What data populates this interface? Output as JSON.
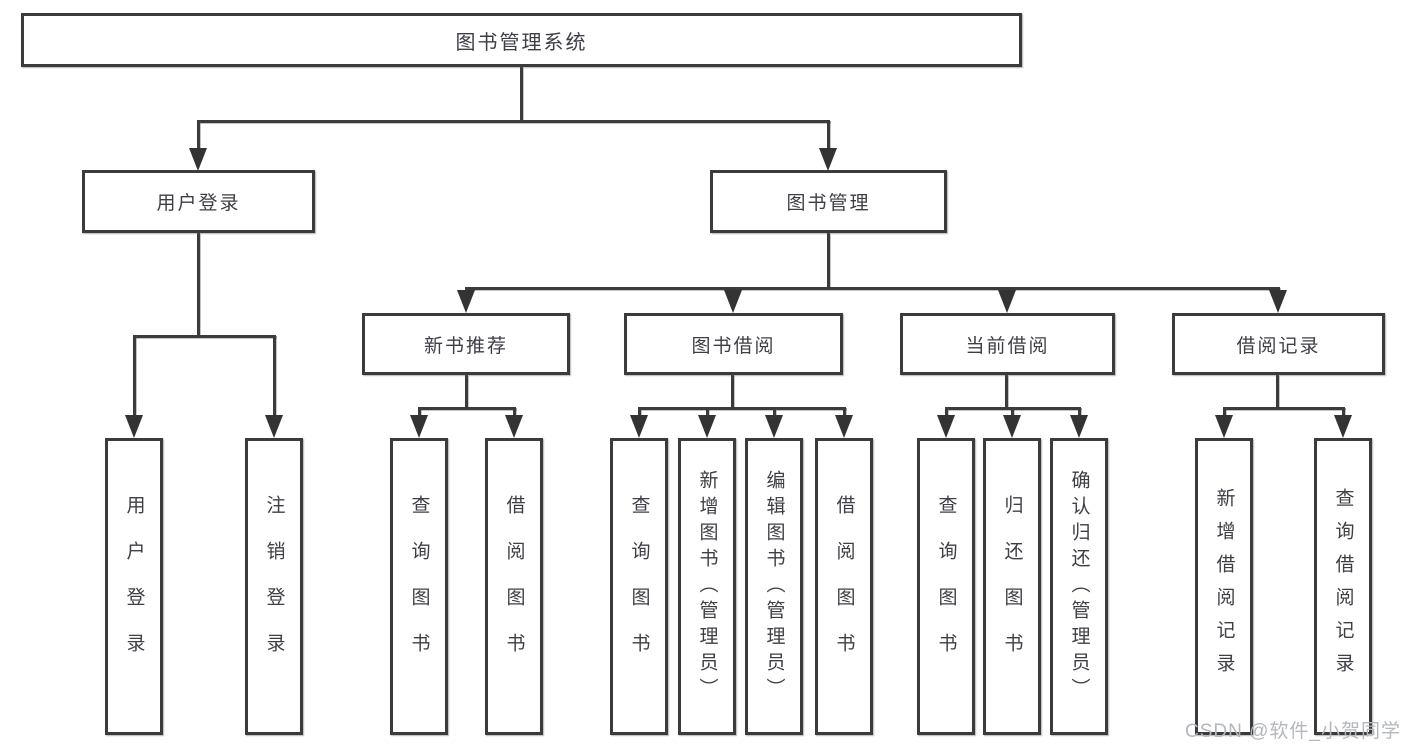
{
  "tree": {
    "root": {
      "label": "图书管理系统",
      "children": [
        {
          "label": "用户登录",
          "children": [
            {
              "label": "用户登录"
            },
            {
              "label": "注销登录"
            }
          ]
        },
        {
          "label": "图书管理",
          "children": [
            {
              "label": "新书推荐",
              "children": [
                {
                  "label": "查询图书"
                },
                {
                  "label": "借阅图书"
                }
              ]
            },
            {
              "label": "图书借阅",
              "children": [
                {
                  "label": "查询图书"
                },
                {
                  "label": "新增图书（管理员）"
                },
                {
                  "label": "编辑图书（管理员）"
                },
                {
                  "label": "借阅图书"
                }
              ]
            },
            {
              "label": "当前借阅",
              "children": [
                {
                  "label": "查询图书"
                },
                {
                  "label": "归还图书"
                },
                {
                  "label": "确认归还（管理员）"
                }
              ]
            },
            {
              "label": "借阅记录",
              "children": [
                {
                  "label": "新增借阅记录"
                },
                {
                  "label": "查询借阅记录"
                }
              ]
            }
          ]
        }
      ]
    }
  },
  "watermark": {
    "text": "CSDN @软件_小贺同学"
  },
  "colors": {
    "line": "#3b3b3b",
    "text": "#3e3e44",
    "background": "#ffffff",
    "watermark": "#b4b7bc"
  }
}
